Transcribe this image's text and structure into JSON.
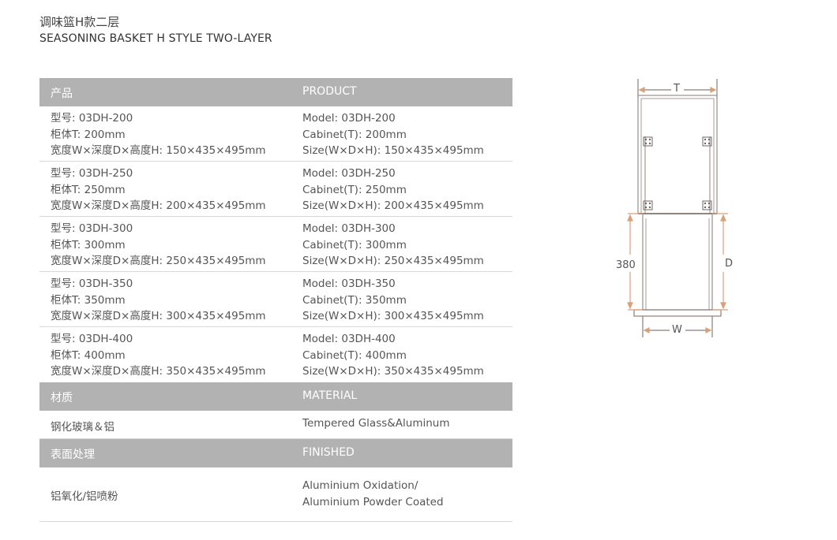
{
  "page": {
    "title_cn": "调味篮H款二层",
    "title_en": "SEASONING BASKET H STYLE TWO-LAYER"
  },
  "table": {
    "header_cn": "产品",
    "header_en": "PRODUCT",
    "models": [
      {
        "cn": [
          "型号: 03DH-200",
          "柜体T: 200mm",
          "宽度W×深度D×高度H: 150×435×495mm"
        ],
        "en": [
          "Model: 03DH-200",
          "Cabinet(T): 200mm",
          "Size(W×D×H): 150×435×495mm"
        ]
      },
      {
        "cn": [
          "型号: 03DH-250",
          "柜体T: 250mm",
          "宽度W×深度D×高度H: 200×435×495mm"
        ],
        "en": [
          "Model: 03DH-250",
          "Cabinet(T): 250mm",
          "Size(W×D×H): 200×435×495mm"
        ]
      },
      {
        "cn": [
          "型号: 03DH-300",
          "柜体T: 300mm",
          "宽度W×深度D×高度H: 250×435×495mm"
        ],
        "en": [
          "Model: 03DH-300",
          "Cabinet(T): 300mm",
          "Size(W×D×H): 250×435×495mm"
        ]
      },
      {
        "cn": [
          "型号: 03DH-350",
          "柜体T: 350mm",
          "宽度W×深度D×高度H: 300×435×495mm"
        ],
        "en": [
          "Model: 03DH-350",
          "Cabinet(T): 350mm",
          "Size(W×D×H): 300×435×495mm"
        ]
      },
      {
        "cn": [
          "型号: 03DH-400",
          "柜体T: 400mm",
          "宽度W×深度D×高度H: 350×435×495mm"
        ],
        "en": [
          "Model: 03DH-400",
          "Cabinet(T): 400mm",
          "Size(W×D×H): 350×435×495mm"
        ]
      }
    ],
    "material_header_cn": "材质",
    "material_header_en": "MATERIAL",
    "material_cn": "钢化玻璃＆铝",
    "material_en": "Tempered Glass&Aluminum",
    "finish_header_cn": "表面处理",
    "finish_header_en": "FINISHED",
    "finish_cn": "铝氧化/铝喷粉",
    "finish_en_1": "Aluminium Oxidation/",
    "finish_en_2": "Aluminium Powder Coated"
  },
  "diagram": {
    "label_t": "T",
    "label_d": "D",
    "label_w": "W",
    "label_380": "380",
    "frame_color": "#8a7e78",
    "arrow_color": "#d9a07a"
  }
}
